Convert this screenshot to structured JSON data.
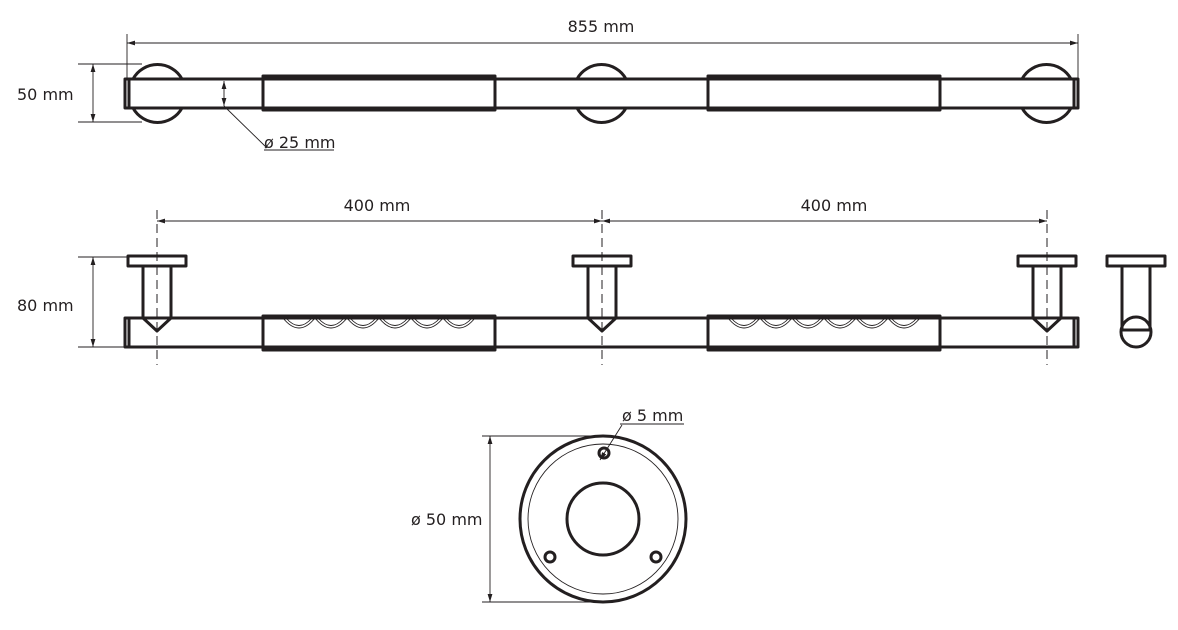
{
  "dimensions": {
    "overall_length": "855 mm",
    "total_height": "50 mm",
    "tube_diameter": "ø 25 mm",
    "spacing_left": "400 mm",
    "spacing_right": "400 mm",
    "projection": "80 mm",
    "screw_hole": "ø 5 mm",
    "flange_diameter": "ø 50 mm"
  }
}
